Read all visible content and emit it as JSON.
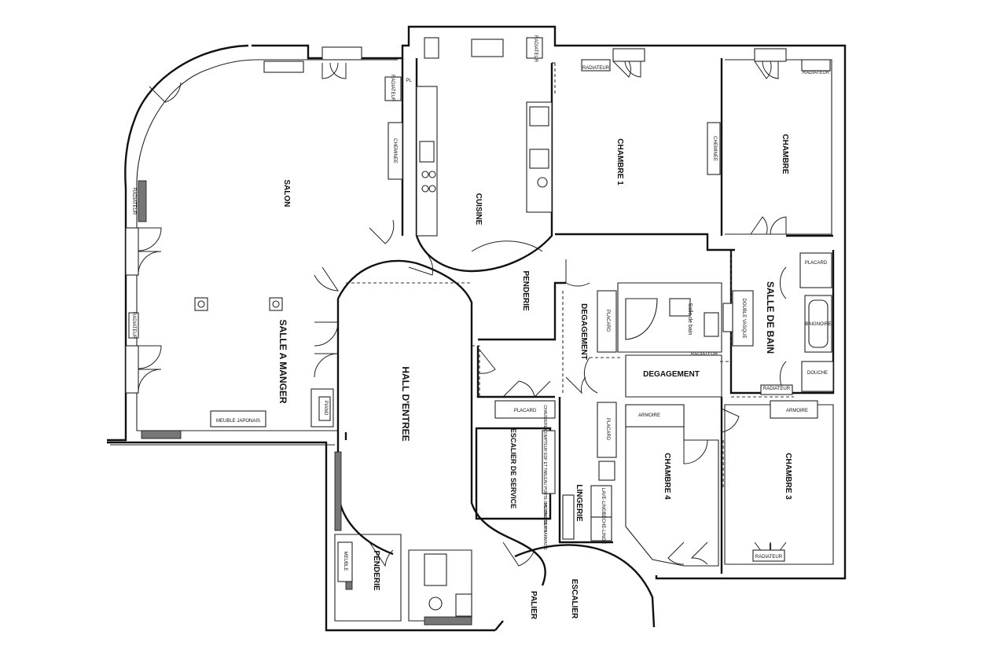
{
  "rooms": {
    "salon": "SALON",
    "salle_a_manger": "SALLE A MANGER",
    "cuisine": "CUISINE",
    "chambre_1": "CHAMBRE 1",
    "chambre": "CHAMBRE",
    "salle_de_bain": "SALLE DE BAIN",
    "penderie_top": "PENDERIE",
    "degagement_vertical": "DEGAGEMENT",
    "degagement_horizontal": "DEGAGEMENT",
    "hall": "HALL D'ENTREE",
    "escalier_service": "ESCALIER DE SERVICE",
    "lingerie": "LINGERIE",
    "chambre_4": "CHAMBRE 4",
    "chambre_3": "CHAMBRE 3",
    "penderie_bottom": "PENDERIE",
    "escalier": "ESCALIER",
    "palier": "PALIER",
    "salle_eau": "Salle de bain"
  },
  "fixtures": {
    "radiateur": "RADIATEUR",
    "cheminee": "CHEMINEE",
    "placard": "PLACARD",
    "armoire": "ARMOIRE",
    "baignoire": "BAIGNOIRE",
    "douche": "DOUCHE",
    "double_vasque": "DOUBLE VASQUE",
    "meuble_japonais": "MEUBLE JAPONAIS",
    "piano": "PIANO",
    "lave_linge": "LAVE-LINGE",
    "seche_linge": "SECHE-LINGE",
    "pl": "PL",
    "meuble": "MEUBLE",
    "compteur": "CHAUDIERE COMPTEUR EDF ET TABLEAU PORTE-DISJONCTEURS",
    "pharmacie": "MEUBLE DE PHARMACIE"
  }
}
